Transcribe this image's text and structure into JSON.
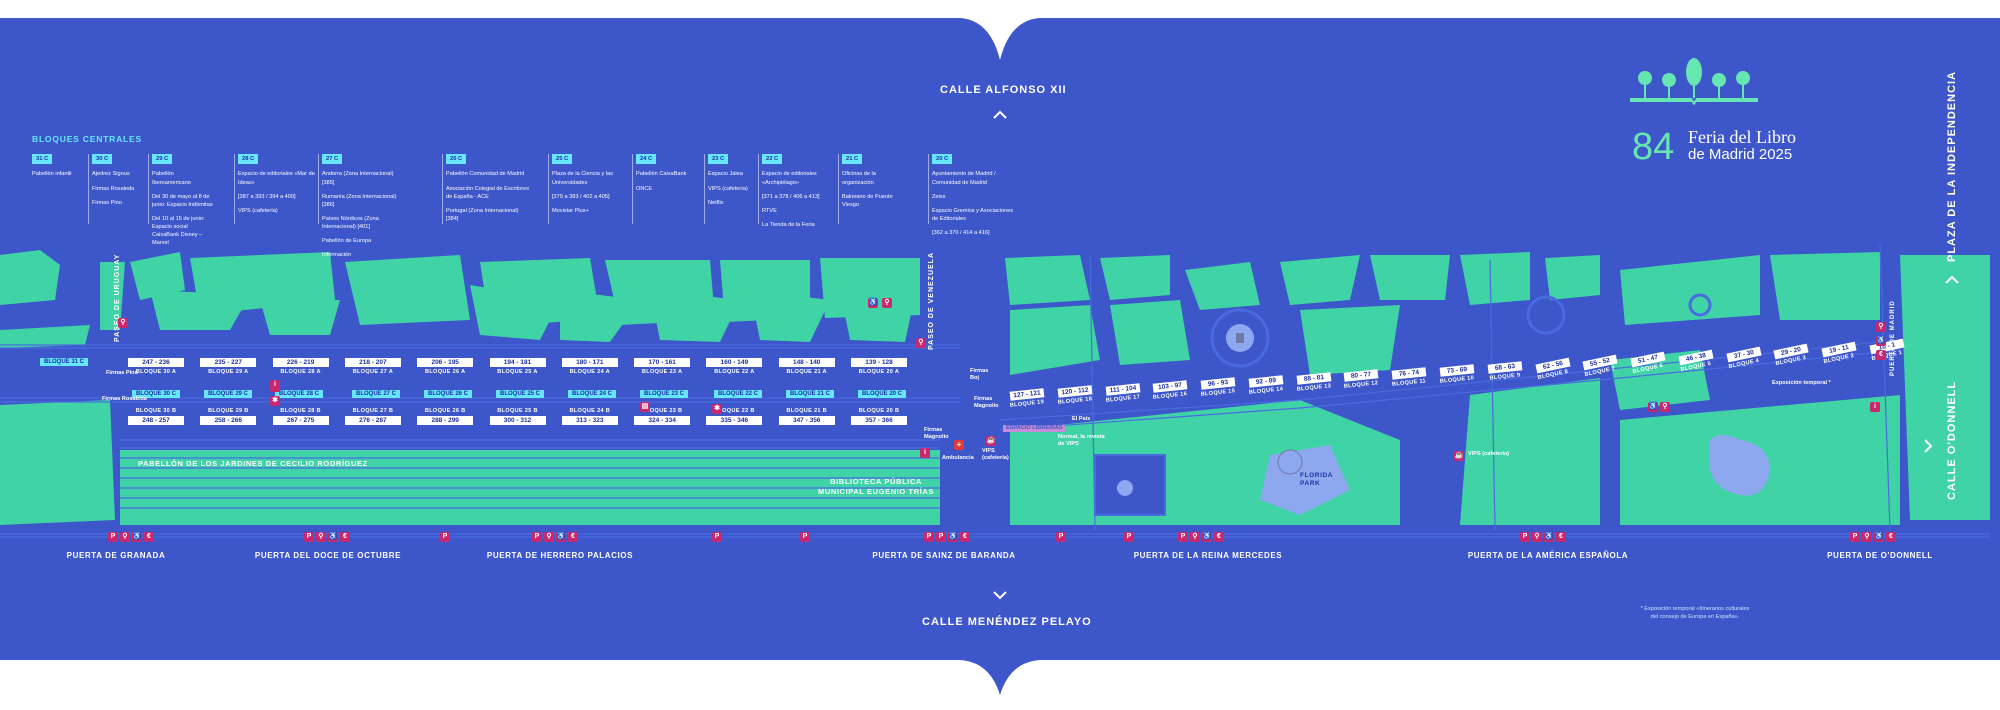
{
  "colors": {
    "background": "#3d56c9",
    "park": "#3fd3a6",
    "path": "#2f47c4",
    "accent": "#66e6ff",
    "service": "#c8286e"
  },
  "logo": {
    "number": "84",
    "line1": "Feria del Libro",
    "line2": "de Madrid 2025",
    "icon": "trees-on-book-icon"
  },
  "streets": {
    "top": "CALLE ALFONSO XII",
    "bottom": "CALLE MENÉNDEZ PELAYO",
    "right": "CALLE O'DONNELL",
    "right_top": "PLAZA DE LA INDEPENDENCIA",
    "paseo_uruguay": "PASEO DE URUGUAY",
    "paseo_venezuela": "PASEO DE VENEZUELA",
    "puerta_madrid": "PUERTA DE MADRID"
  },
  "bloques_centrales": {
    "title": "BLOQUES CENTRALES",
    "columns": [
      {
        "badge": "31 C",
        "items": [
          "Pabellón infantil"
        ]
      },
      {
        "badge": "30 C",
        "items": [
          "Ajedrez Signus",
          "Firmas Rosaleda",
          "Firmas Pino"
        ]
      },
      {
        "badge": "29 C",
        "items": [
          "Pabellón Iberoamericano",
          "Del 30 de mayo al 8 de junio: Espacio Indómitas",
          "Del 10 al 15 de junio: Espacio social CaixaBank Disney – Marvel"
        ]
      },
      {
        "badge": "28 C",
        "items": [
          "Espacio de editoriales «Mar de Ideas»",
          "[387 a 393 / 394 a 400]",
          "VIPS (cafetería)"
        ]
      },
      {
        "badge": "27 C",
        "items": [
          "Andorra (Zona Internacional) [385]",
          "Rumanía (Zona Internacional) [386]",
          "Países Nórdicos (Zona Internacional) [401]",
          "Pabellón de Europa",
          "Información"
        ]
      },
      {
        "badge": "26 C",
        "items": [
          "Pabellón Comunidad de Madrid",
          "Asociación Colegial de Escritores de España - ACE",
          "Portugal (Zona Internacional) [384]"
        ]
      },
      {
        "badge": "25 C",
        "items": [
          "Plaza de la Ciencia y las Universidades",
          "[379 a 383 / 402 a 405]",
          "Movistar Plus+"
        ]
      },
      {
        "badge": "24 C",
        "items": [
          "Pabellón CaixaBank",
          "ONCE"
        ]
      },
      {
        "badge": "23 C",
        "items": [
          "Espacio Jalea",
          "VIPS (cafetería)",
          "Netflix"
        ]
      },
      {
        "badge": "22 C",
        "items": [
          "Espacio de editoriales «Archipiélago»",
          "[371 a 378 / 406 a 413]",
          "RTVE",
          "La Tienda de la Feria"
        ]
      },
      {
        "badge": "21 C",
        "items": [
          "Oficinas de la organización",
          "Balneario de Puente Viesgo"
        ]
      },
      {
        "badge": "20 C",
        "items": [
          "Ayuntamiento de Madrid / Comunidad de Madrid",
          "Zeiss",
          "Espacio Gremios y Asociaciones de Editoriales",
          "[362 a 370 / 414 a 416]"
        ]
      }
    ]
  },
  "stands_top": [
    {
      "range": "247 - 236",
      "bloque": "BLOQUE 30 A"
    },
    {
      "range": "235 - 227",
      "bloque": "BLOQUE 29 A"
    },
    {
      "range": "226 - 219",
      "bloque": "BLOQUE 28 A"
    },
    {
      "range": "218 - 207",
      "bloque": "BLOQUE 27 A"
    },
    {
      "range": "206 - 195",
      "bloque": "BLOQUE 26 A"
    },
    {
      "range": "194 - 181",
      "bloque": "BLOQUE 25 A"
    },
    {
      "range": "180 - 171",
      "bloque": "BLOQUE 24 A"
    },
    {
      "range": "170 - 161",
      "bloque": "BLOQUE 23 A"
    },
    {
      "range": "160 - 149",
      "bloque": "BLOQUE 22 A"
    },
    {
      "range": "148 - 140",
      "bloque": "BLOQUE 21 A"
    },
    {
      "range": "139 - 128",
      "bloque": "BLOQUE 20 A"
    }
  ],
  "stands_bottom": [
    {
      "range": "248 - 257",
      "bloque": "BLOQUE 30 B"
    },
    {
      "range": "258 - 266",
      "bloque": "BLOQUE 29 B"
    },
    {
      "range": "267 - 275",
      "bloque": "BLOQUE 28 B"
    },
    {
      "range": "276 - 287",
      "bloque": "BLOQUE 27 B"
    },
    {
      "range": "288 - 299",
      "bloque": "BLOQUE 26 B"
    },
    {
      "range": "300 - 312",
      "bloque": "BLOQUE 25 B"
    },
    {
      "range": "313 - 323",
      "bloque": "BLOQUE 24 B"
    },
    {
      "range": "324 - 334",
      "bloque": "BLOQUE 23 B"
    },
    {
      "range": "335 - 346",
      "bloque": "BLOQUE 22 B"
    },
    {
      "range": "347 - 356",
      "bloque": "BLOQUE 21 B"
    },
    {
      "range": "357 - 366",
      "bloque": "BLOQUE 20 B"
    }
  ],
  "bloques_c_tags": [
    "BLOQUE 31 C",
    "BLOQUE 30 C",
    "BLOQUE 29 C",
    "BLOQUE 28 C",
    "BLOQUE 27 C",
    "BLOQUE 26 C",
    "BLOQUE 25 C",
    "BLOQUE 24 C",
    "BLOQUE 23 C",
    "BLOQUE 22 C",
    "BLOQUE 21 C",
    "BLOQUE 20 C"
  ],
  "stands_east": [
    {
      "range": "127 - 121",
      "bloque": "BLOQUE 19"
    },
    {
      "range": "120 - 112",
      "bloque": "BLOQUE 18"
    },
    {
      "range": "111 - 104",
      "bloque": "BLOQUE 17"
    },
    {
      "range": "103 - 97",
      "bloque": "BLOQUE 16"
    },
    {
      "range": "96 - 93",
      "bloque": "BLOQUE 15"
    },
    {
      "range": "92 - 89",
      "bloque": "BLOQUE 14"
    },
    {
      "range": "88 - 81",
      "bloque": "BLOQUE 13"
    },
    {
      "range": "80 - 77",
      "bloque": "BLOQUE 12"
    },
    {
      "range": "76 - 74",
      "bloque": "BLOQUE 11"
    },
    {
      "range": "73 - 69",
      "bloque": "BLOQUE 10"
    },
    {
      "range": "68 - 63",
      "bloque": "BLOQUE 9"
    },
    {
      "range": "62 - 56",
      "bloque": "BLOQUE 8"
    },
    {
      "range": "55 - 52",
      "bloque": "BLOQUE 7"
    },
    {
      "range": "51 - 47",
      "bloque": "BLOQUE 6"
    },
    {
      "range": "46 - 38",
      "bloque": "BLOQUE 5"
    },
    {
      "range": "37 - 30",
      "bloque": "BLOQUE 4"
    },
    {
      "range": "29 - 20",
      "bloque": "BLOQUE 3"
    },
    {
      "range": "19 - 11",
      "bloque": "BLOQUE 2"
    },
    {
      "range": "10 - 1",
      "bloque": "BLOQUE 1"
    }
  ],
  "gates": [
    "PUERTA DE GRANADA",
    "PUERTA DEL DOCE DE OCTUBRE",
    "PUERTA DE HERRERO PALACIOS",
    "PUERTA DE SAINZ DE BARANDA",
    "PUERTA DE LA REINA MERCEDES",
    "PUERTA DE LA AMÉRICA ESPAÑOLA",
    "PUERTA DE O'DONNELL"
  ],
  "areas": {
    "pabellon": "PABELLÓN DE LOS JARDINES DE CECILIO RODRÍGUEZ",
    "biblioteca": "BIBLIOTECA PÚBLICA MUNICIPAL EUGENIO TRÍAS",
    "florida": "FLORIDA PARK"
  },
  "pois": {
    "firmas_pino": "Firmas Pino",
    "firmas_rosaleda": "Firmas Rosaleda",
    "firmas_boj": "Firmas Boj",
    "firmas_magnolio_top": "Firmas Magnolio",
    "firmas_magnolio": "Firmas Magnolio",
    "ambulancia": "Ambulancia",
    "vips_cafeteria": "VIPS (cafetería)",
    "el_pais": "El País",
    "normal": "Normal, la revista de VIPS",
    "espacio_tag": "ESPACIO LIBRERÍAS",
    "vips_cafeteria2": "VIPS (cafetería)",
    "expo": "Exposición temporal *"
  },
  "note": "* Exposición temporal «Itinerarios culturales del consejo de Europa en España»."
}
